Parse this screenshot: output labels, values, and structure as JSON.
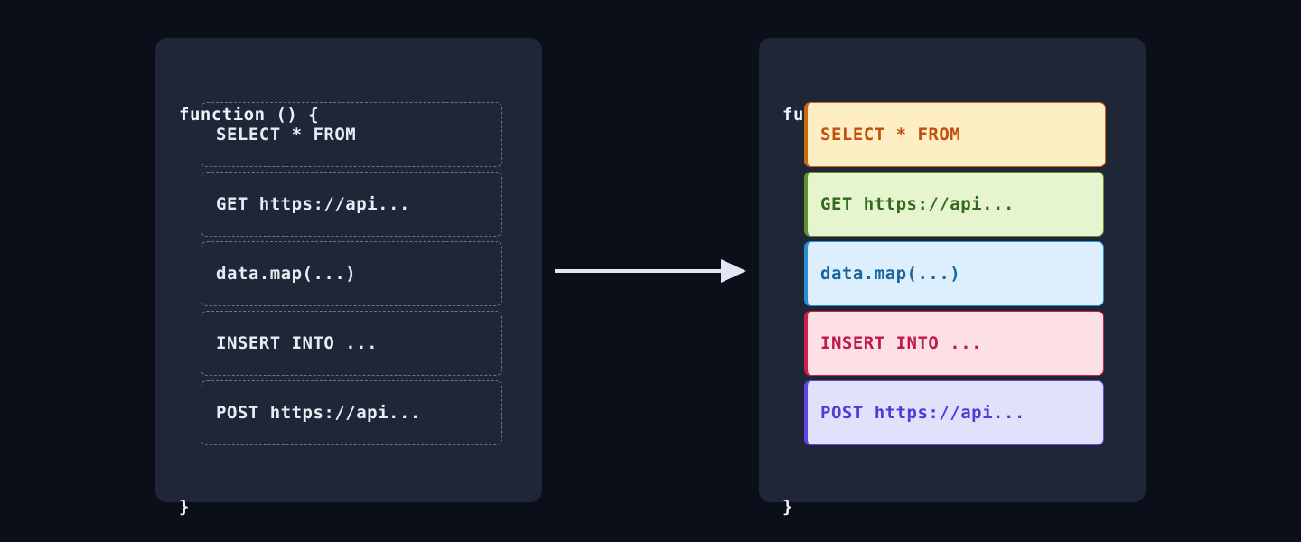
{
  "theme": {
    "page_background": "#0b0f1a",
    "panel_background": "#1e2637",
    "code_text": "#eef1f7",
    "placeholder_border": "#6b7689",
    "arrow_color": "#e2e6f3"
  },
  "panels": {
    "before": {
      "title": "before-panel",
      "function_open": "function () {",
      "function_close": "}",
      "rows": [
        {
          "label": "SELECT * FROM"
        },
        {
          "label": "GET https://api..."
        },
        {
          "label": "data.map(...)"
        },
        {
          "label": "INSERT INTO ..."
        },
        {
          "label": "POST https://api..."
        }
      ]
    },
    "after": {
      "title": "after-panel",
      "function_open": "function () {",
      "function_close": "}",
      "rows": [
        {
          "label": "SELECT * FROM",
          "kind": "sql-select",
          "background": "#fdeec3",
          "text_color": "#c0500f",
          "border_color": "#c96a15",
          "wide": true
        },
        {
          "label": "GET https://api...",
          "kind": "http-get",
          "background": "#e6f5cd",
          "text_color": "#33691e",
          "border_color": "#61912c",
          "wide": false
        },
        {
          "label": "data.map(...)",
          "kind": "compute-map",
          "background": "#ddeffc",
          "text_color": "#1565a0",
          "border_color": "#2a8fd0",
          "wide": false
        },
        {
          "label": "INSERT INTO ...",
          "kind": "sql-insert",
          "background": "#fde0e4",
          "text_color": "#c2184c",
          "border_color": "#d31c4e",
          "wide": false
        },
        {
          "label": "POST https://api...",
          "kind": "http-post",
          "background": "#e1e1fb",
          "text_color": "#4b3ddb",
          "border_color": "#5a4ae3",
          "wide": false
        }
      ]
    }
  },
  "arrow": {
    "name": "transform-arrow",
    "direction": "right",
    "color": "#e2e6f3"
  }
}
